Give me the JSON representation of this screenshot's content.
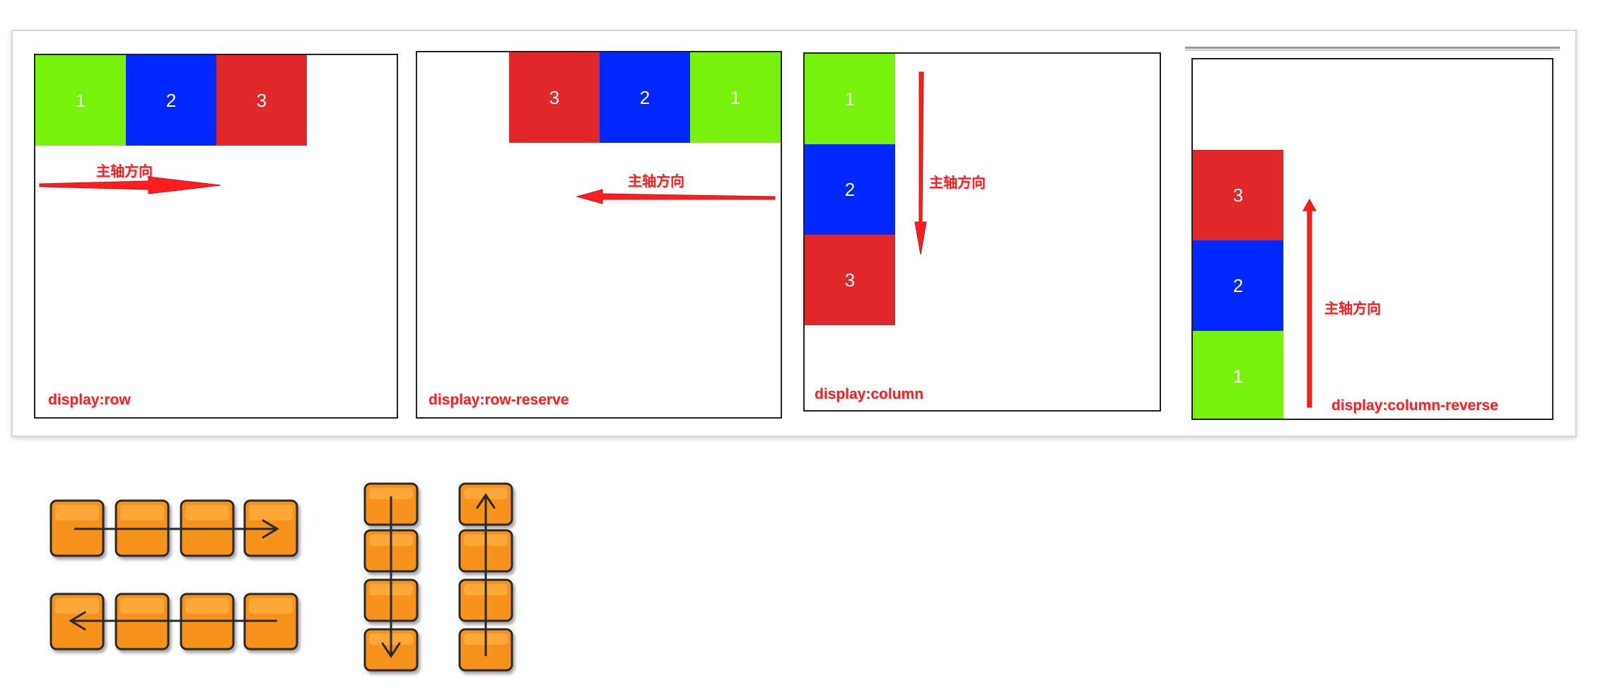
{
  "colors": {
    "box1": "#77f20a",
    "box2": "#0027ff",
    "box3": "#e0282b",
    "label": "#ff1d1d",
    "sketch_box": "#f7931e"
  },
  "panels": [
    {
      "id": "row",
      "label": "display:row",
      "axis_label": "主轴方向",
      "order": [
        "1",
        "2",
        "3"
      ]
    },
    {
      "id": "row-reverse",
      "label": "display:row-reserve",
      "axis_label": "主轴方向",
      "order": [
        "3",
        "2",
        "1"
      ]
    },
    {
      "id": "column",
      "label": "display:column",
      "axis_label": "主轴方向",
      "order": [
        "1",
        "2",
        "3"
      ]
    },
    {
      "id": "column-reverse",
      "label": "display:column-reverse",
      "axis_label": "主轴方向",
      "order": [
        "3",
        "2",
        "1"
      ]
    }
  ],
  "sketch": {
    "icons": [
      "arrow-right-icon",
      "arrow-left-icon",
      "arrow-down-icon",
      "arrow-up-icon"
    ]
  }
}
